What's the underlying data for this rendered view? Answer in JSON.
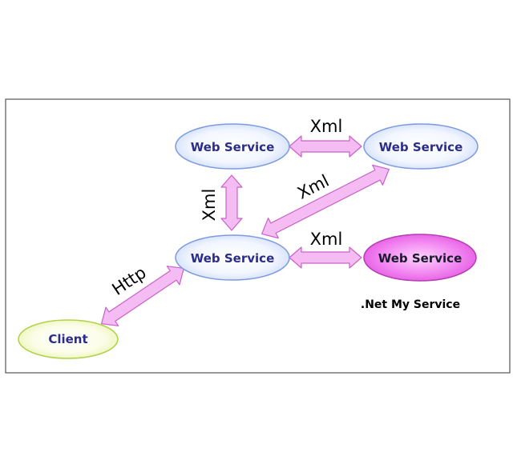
{
  "nodes": {
    "ws_top_left": "Web Service",
    "ws_top_right": "Web Service",
    "ws_middle": "Web Service",
    "ws_my_service": "Web Service",
    "client": "Client"
  },
  "edges": {
    "top_horizontal": "Xml",
    "vertical": "Xml",
    "diagonal": "Xml",
    "middle_horizontal": "Xml",
    "client_link": "Http"
  },
  "caption": ".Net My Service",
  "colors": {
    "web_service_text": "#2b2d86",
    "web_service_stroke": "#7d9be0",
    "my_service_fill": "#ee62ec",
    "client_stroke": "#b2d24e",
    "arrow_fill": "#f4bcf3",
    "arrow_stroke": "#c962c7"
  }
}
